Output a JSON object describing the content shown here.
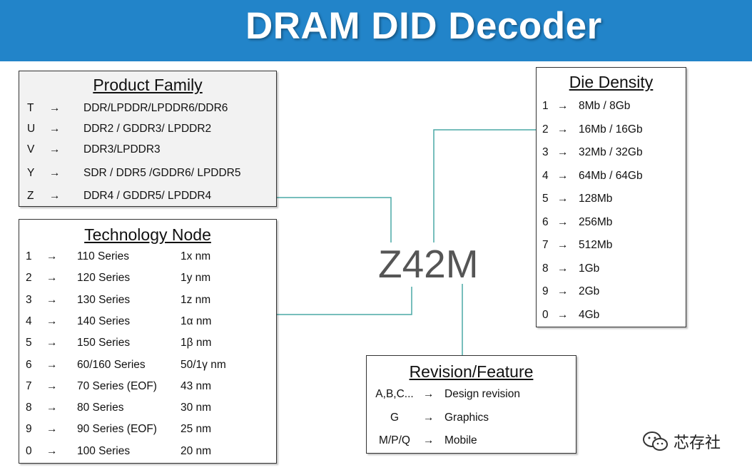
{
  "header": {
    "title": "DRAM DID Decoder"
  },
  "code": "Z42M",
  "product_family": {
    "title": "Product Family",
    "rows": [
      {
        "key": "T",
        "arrow": "→",
        "value": "DDR/LPDDR/LPDDR6/DDR6"
      },
      {
        "key": "U",
        "arrow": "→",
        "value": "DDR2 / GDDR3/ LPDDR2"
      },
      {
        "key": "V",
        "arrow": "→",
        "value": "DDR3/LPDDR3"
      },
      {
        "key": "Y",
        "arrow": "→",
        "value": "SDR / DDR5 /GDDR6/ LPDDR5"
      },
      {
        "key": "Z",
        "arrow": "→",
        "value": "DDR4 / GDDR5/ LPDDR4"
      }
    ]
  },
  "technology_node": {
    "title": "Technology Node",
    "rows": [
      {
        "key": "1",
        "arrow": "→",
        "series": "110 Series",
        "node": "1x nm"
      },
      {
        "key": "2",
        "arrow": "→",
        "series": "120 Series",
        "node": "1y nm"
      },
      {
        "key": "3",
        "arrow": "→",
        "series": "130 Series",
        "node": "1z nm"
      },
      {
        "key": "4",
        "arrow": "→",
        "series": "140 Series",
        "node": "1α nm"
      },
      {
        "key": "5",
        "arrow": "→",
        "series": "150 Series",
        "node": "1β nm"
      },
      {
        "key": "6",
        "arrow": "→",
        "series": "60/160 Series",
        "node": "50/1γ nm"
      },
      {
        "key": "7",
        "arrow": "→",
        "series": "70 Series (EOF)",
        "node": "43 nm"
      },
      {
        "key": "8",
        "arrow": "→",
        "series": "80 Series",
        "node": "30 nm"
      },
      {
        "key": "9",
        "arrow": "→",
        "series": "90 Series (EOF)",
        "node": "25 nm"
      },
      {
        "key": "0",
        "arrow": "→",
        "series": "100 Series",
        "node": "20 nm"
      }
    ]
  },
  "die_density": {
    "title": "Die Density",
    "rows": [
      {
        "key": "1",
        "arrow": "→",
        "value": "8Mb / 8Gb"
      },
      {
        "key": "2",
        "arrow": "→",
        "value": "16Mb / 16Gb"
      },
      {
        "key": "3",
        "arrow": "→",
        "value": "32Mb / 32Gb"
      },
      {
        "key": "4",
        "arrow": "→",
        "value": "64Mb / 64Gb"
      },
      {
        "key": "5",
        "arrow": "→",
        "value": "128Mb"
      },
      {
        "key": "6",
        "arrow": "→",
        "value": "256Mb"
      },
      {
        "key": "7",
        "arrow": "→",
        "value": "512Mb"
      },
      {
        "key": "8",
        "arrow": "→",
        "value": "1Gb"
      },
      {
        "key": "9",
        "arrow": "→",
        "value": "2Gb"
      },
      {
        "key": "0",
        "arrow": "→",
        "value": "4Gb"
      }
    ]
  },
  "revision_feature": {
    "title": "Revision/Feature",
    "rows": [
      {
        "key": "A,B,C...",
        "arrow": "→",
        "value": "Design revision"
      },
      {
        "key": "G",
        "arrow": "→",
        "value": "Graphics"
      },
      {
        "key": "M/P/Q",
        "arrow": "→",
        "value": "Mobile"
      }
    ]
  },
  "watermark": {
    "text": "芯存社",
    "icon": "wechat-icon"
  },
  "colors": {
    "banner": "#2284c9",
    "connector": "#4aa8a6",
    "box_gray": "#f2f2f2"
  }
}
